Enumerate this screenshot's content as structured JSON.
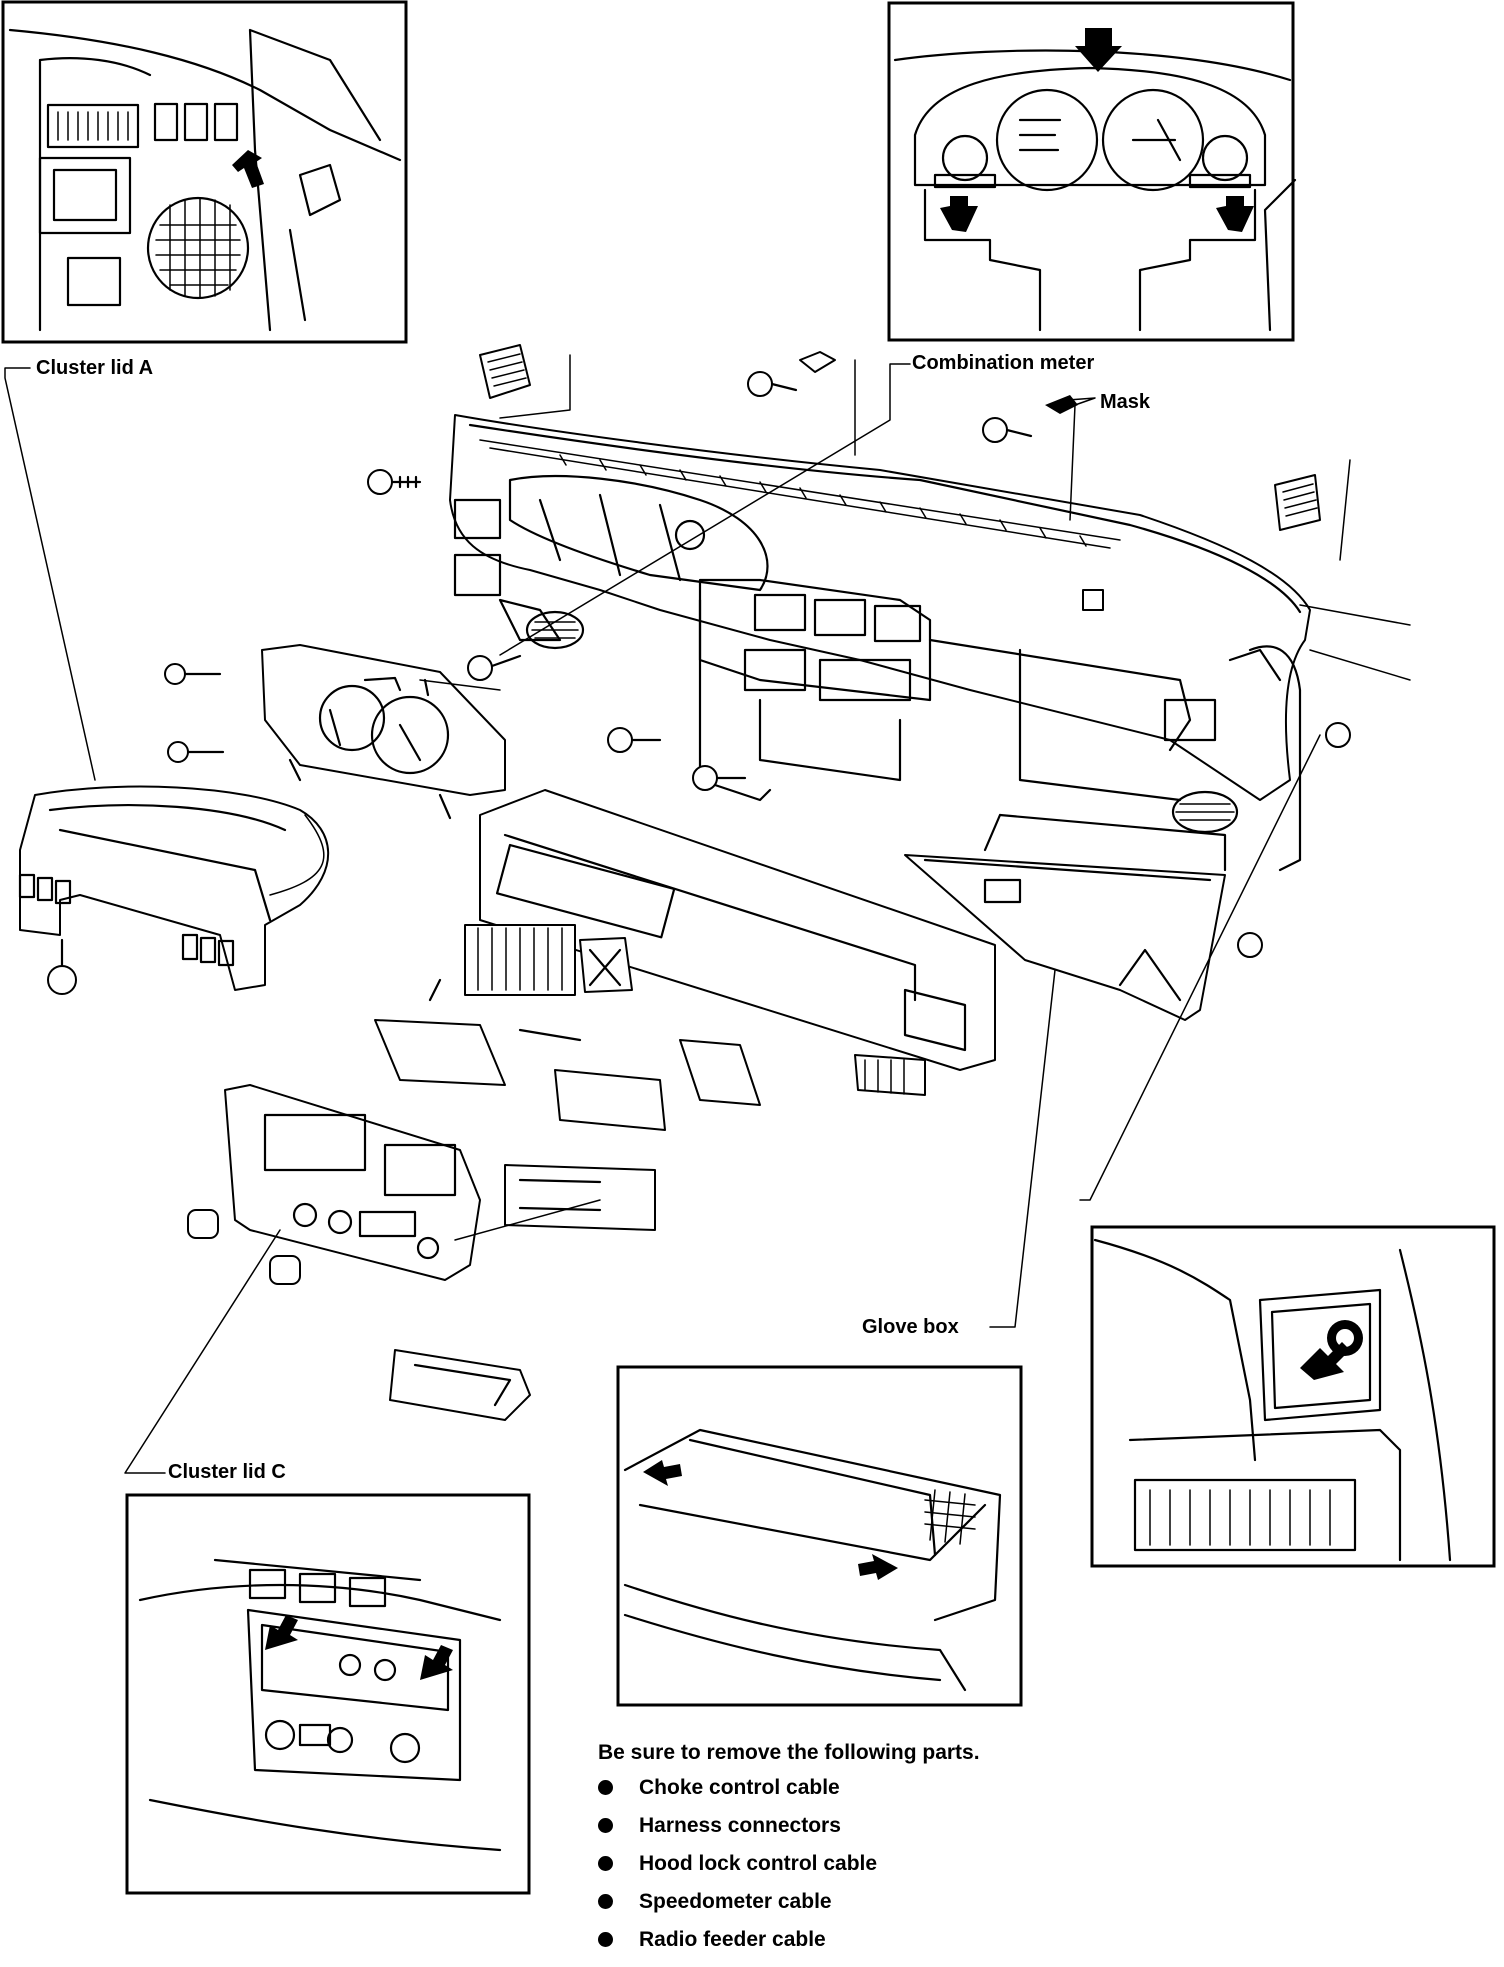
{
  "labels": {
    "cluster_lid_a": "Cluster lid A",
    "combination_meter": "Combination meter",
    "mask": "Mask",
    "glove_box": "Glove box",
    "cluster_lid_c": "Cluster lid C"
  },
  "note": {
    "heading": "Be sure to remove the following parts.",
    "items": [
      "Choke control cable",
      "Harness connectors",
      "Hood lock control cable",
      "Speedometer cable",
      "Radio feeder cable"
    ]
  }
}
